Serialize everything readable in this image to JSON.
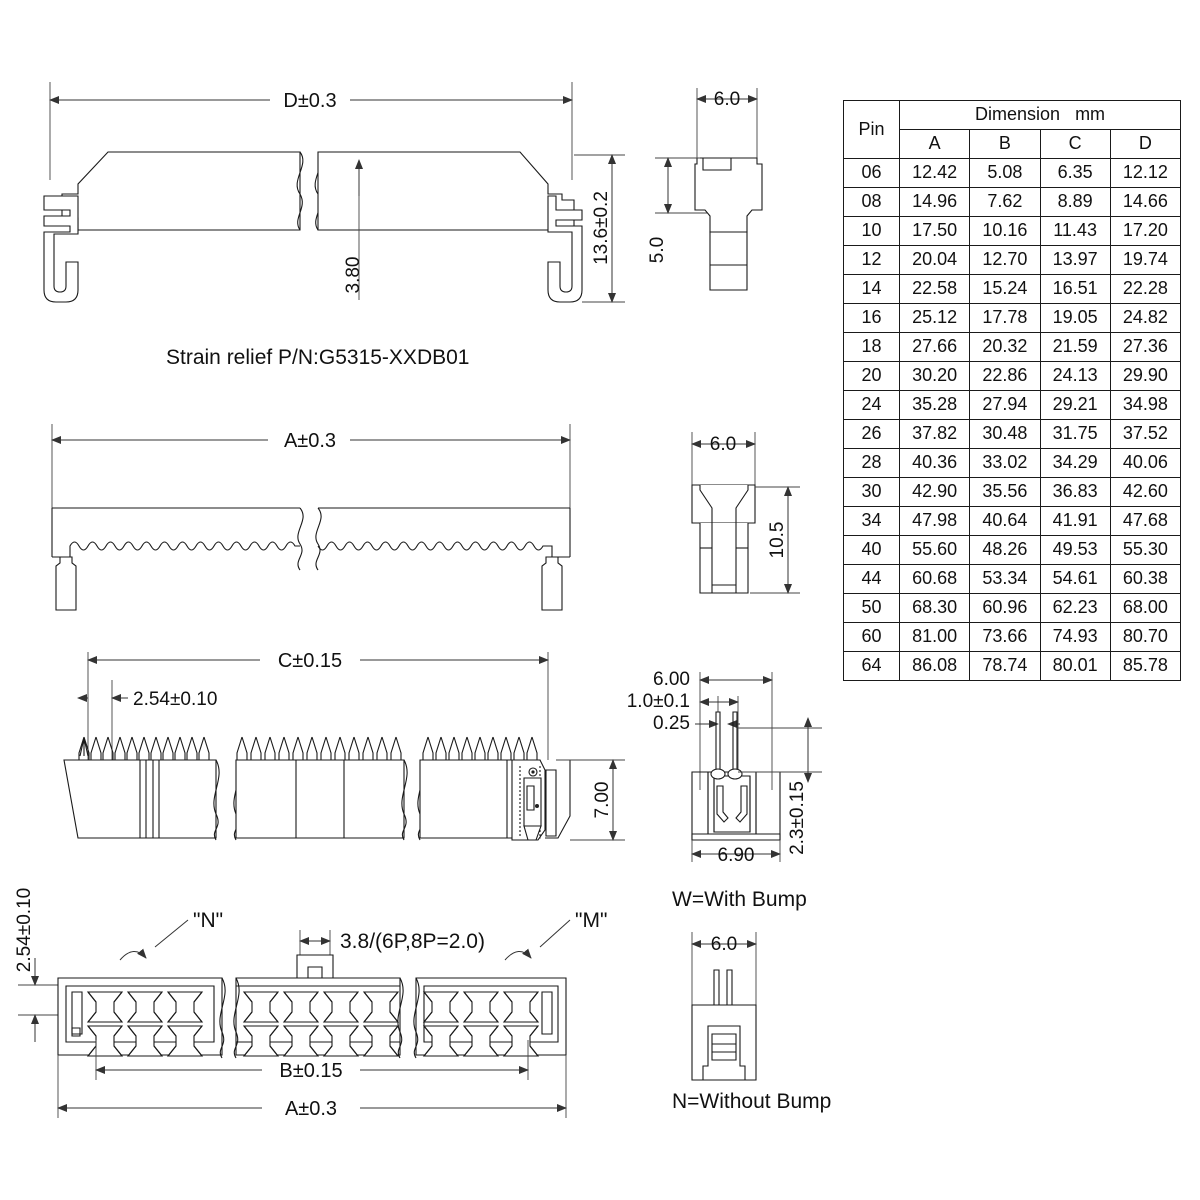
{
  "document": {
    "kind": "technical-drawing",
    "subject": "IDC box header connector dimensional drawing"
  },
  "notes": {
    "strain_relief": "Strain relief P/N:G5315-XXDB01",
    "with_bump": "W=With  Bump",
    "without_bump": "N=Without  Bump"
  },
  "views": {
    "strain_relief_front": {
      "overall_length": "D±0.3",
      "height": "13.6±0.2",
      "inner_gap": "3.80"
    },
    "strain_relief_side": {
      "width": "6.0",
      "height": "5.0"
    },
    "cover_front": {
      "overall_length": "A±0.3"
    },
    "cover_side": {
      "width": "6.0",
      "height": "10.5"
    },
    "header_side": {
      "pin_span": "C±0.15",
      "pitch": "2.54±0.10",
      "body_height": "7.00"
    },
    "pin_section": {
      "pin_pitch": "6.00",
      "pin_width": "1.0±0.1",
      "pin_thickness": "0.25",
      "body_width": "6.90",
      "bump_height": "2.3±0.15"
    },
    "header_front": {
      "row_pitch": "2.54±0.10",
      "key_width": "3.8/(6P,8P=2.0)",
      "pin_span": "B±0.15",
      "overall_length": "A±0.3",
      "callout_left": "\"N\"",
      "callout_right": "\"M\""
    },
    "without_bump_side": {
      "width": "6.0"
    }
  },
  "table": {
    "title": "Dimension",
    "unit": "mm",
    "pin_header": "Pin",
    "columns": [
      "A",
      "B",
      "C",
      "D"
    ],
    "rows": [
      {
        "pin": "06",
        "a": "12.42",
        "b": "5.08",
        "c": "6.35",
        "d": "12.12"
      },
      {
        "pin": "08",
        "a": "14.96",
        "b": "7.62",
        "c": "8.89",
        "d": "14.66"
      },
      {
        "pin": "10",
        "a": "17.50",
        "b": "10.16",
        "c": "11.43",
        "d": "17.20"
      },
      {
        "pin": "12",
        "a": "20.04",
        "b": "12.70",
        "c": "13.97",
        "d": "19.74"
      },
      {
        "pin": "14",
        "a": "22.58",
        "b": "15.24",
        "c": "16.51",
        "d": "22.28"
      },
      {
        "pin": "16",
        "a": "25.12",
        "b": "17.78",
        "c": "19.05",
        "d": "24.82"
      },
      {
        "pin": "18",
        "a": "27.66",
        "b": "20.32",
        "c": "21.59",
        "d": "27.36"
      },
      {
        "pin": "20",
        "a": "30.20",
        "b": "22.86",
        "c": "24.13",
        "d": "29.90"
      },
      {
        "pin": "24",
        "a": "35.28",
        "b": "27.94",
        "c": "29.21",
        "d": "34.98"
      },
      {
        "pin": "26",
        "a": "37.82",
        "b": "30.48",
        "c": "31.75",
        "d": "37.52"
      },
      {
        "pin": "28",
        "a": "40.36",
        "b": "33.02",
        "c": "34.29",
        "d": "40.06"
      },
      {
        "pin": "30",
        "a": "42.90",
        "b": "35.56",
        "c": "36.83",
        "d": "42.60"
      },
      {
        "pin": "34",
        "a": "47.98",
        "b": "40.64",
        "c": "41.91",
        "d": "47.68"
      },
      {
        "pin": "40",
        "a": "55.60",
        "b": "48.26",
        "c": "49.53",
        "d": "55.30"
      },
      {
        "pin": "44",
        "a": "60.68",
        "b": "53.34",
        "c": "54.61",
        "d": "60.38"
      },
      {
        "pin": "50",
        "a": "68.30",
        "b": "60.96",
        "c": "62.23",
        "d": "68.00"
      },
      {
        "pin": "60",
        "a": "81.00",
        "b": "73.66",
        "c": "74.93",
        "d": "80.70"
      },
      {
        "pin": "64",
        "a": "86.08",
        "b": "78.74",
        "c": "80.01",
        "d": "85.78"
      }
    ]
  },
  "colors": {
    "line": "#1a1a1a",
    "background": "#ffffff",
    "text": "#111111"
  }
}
